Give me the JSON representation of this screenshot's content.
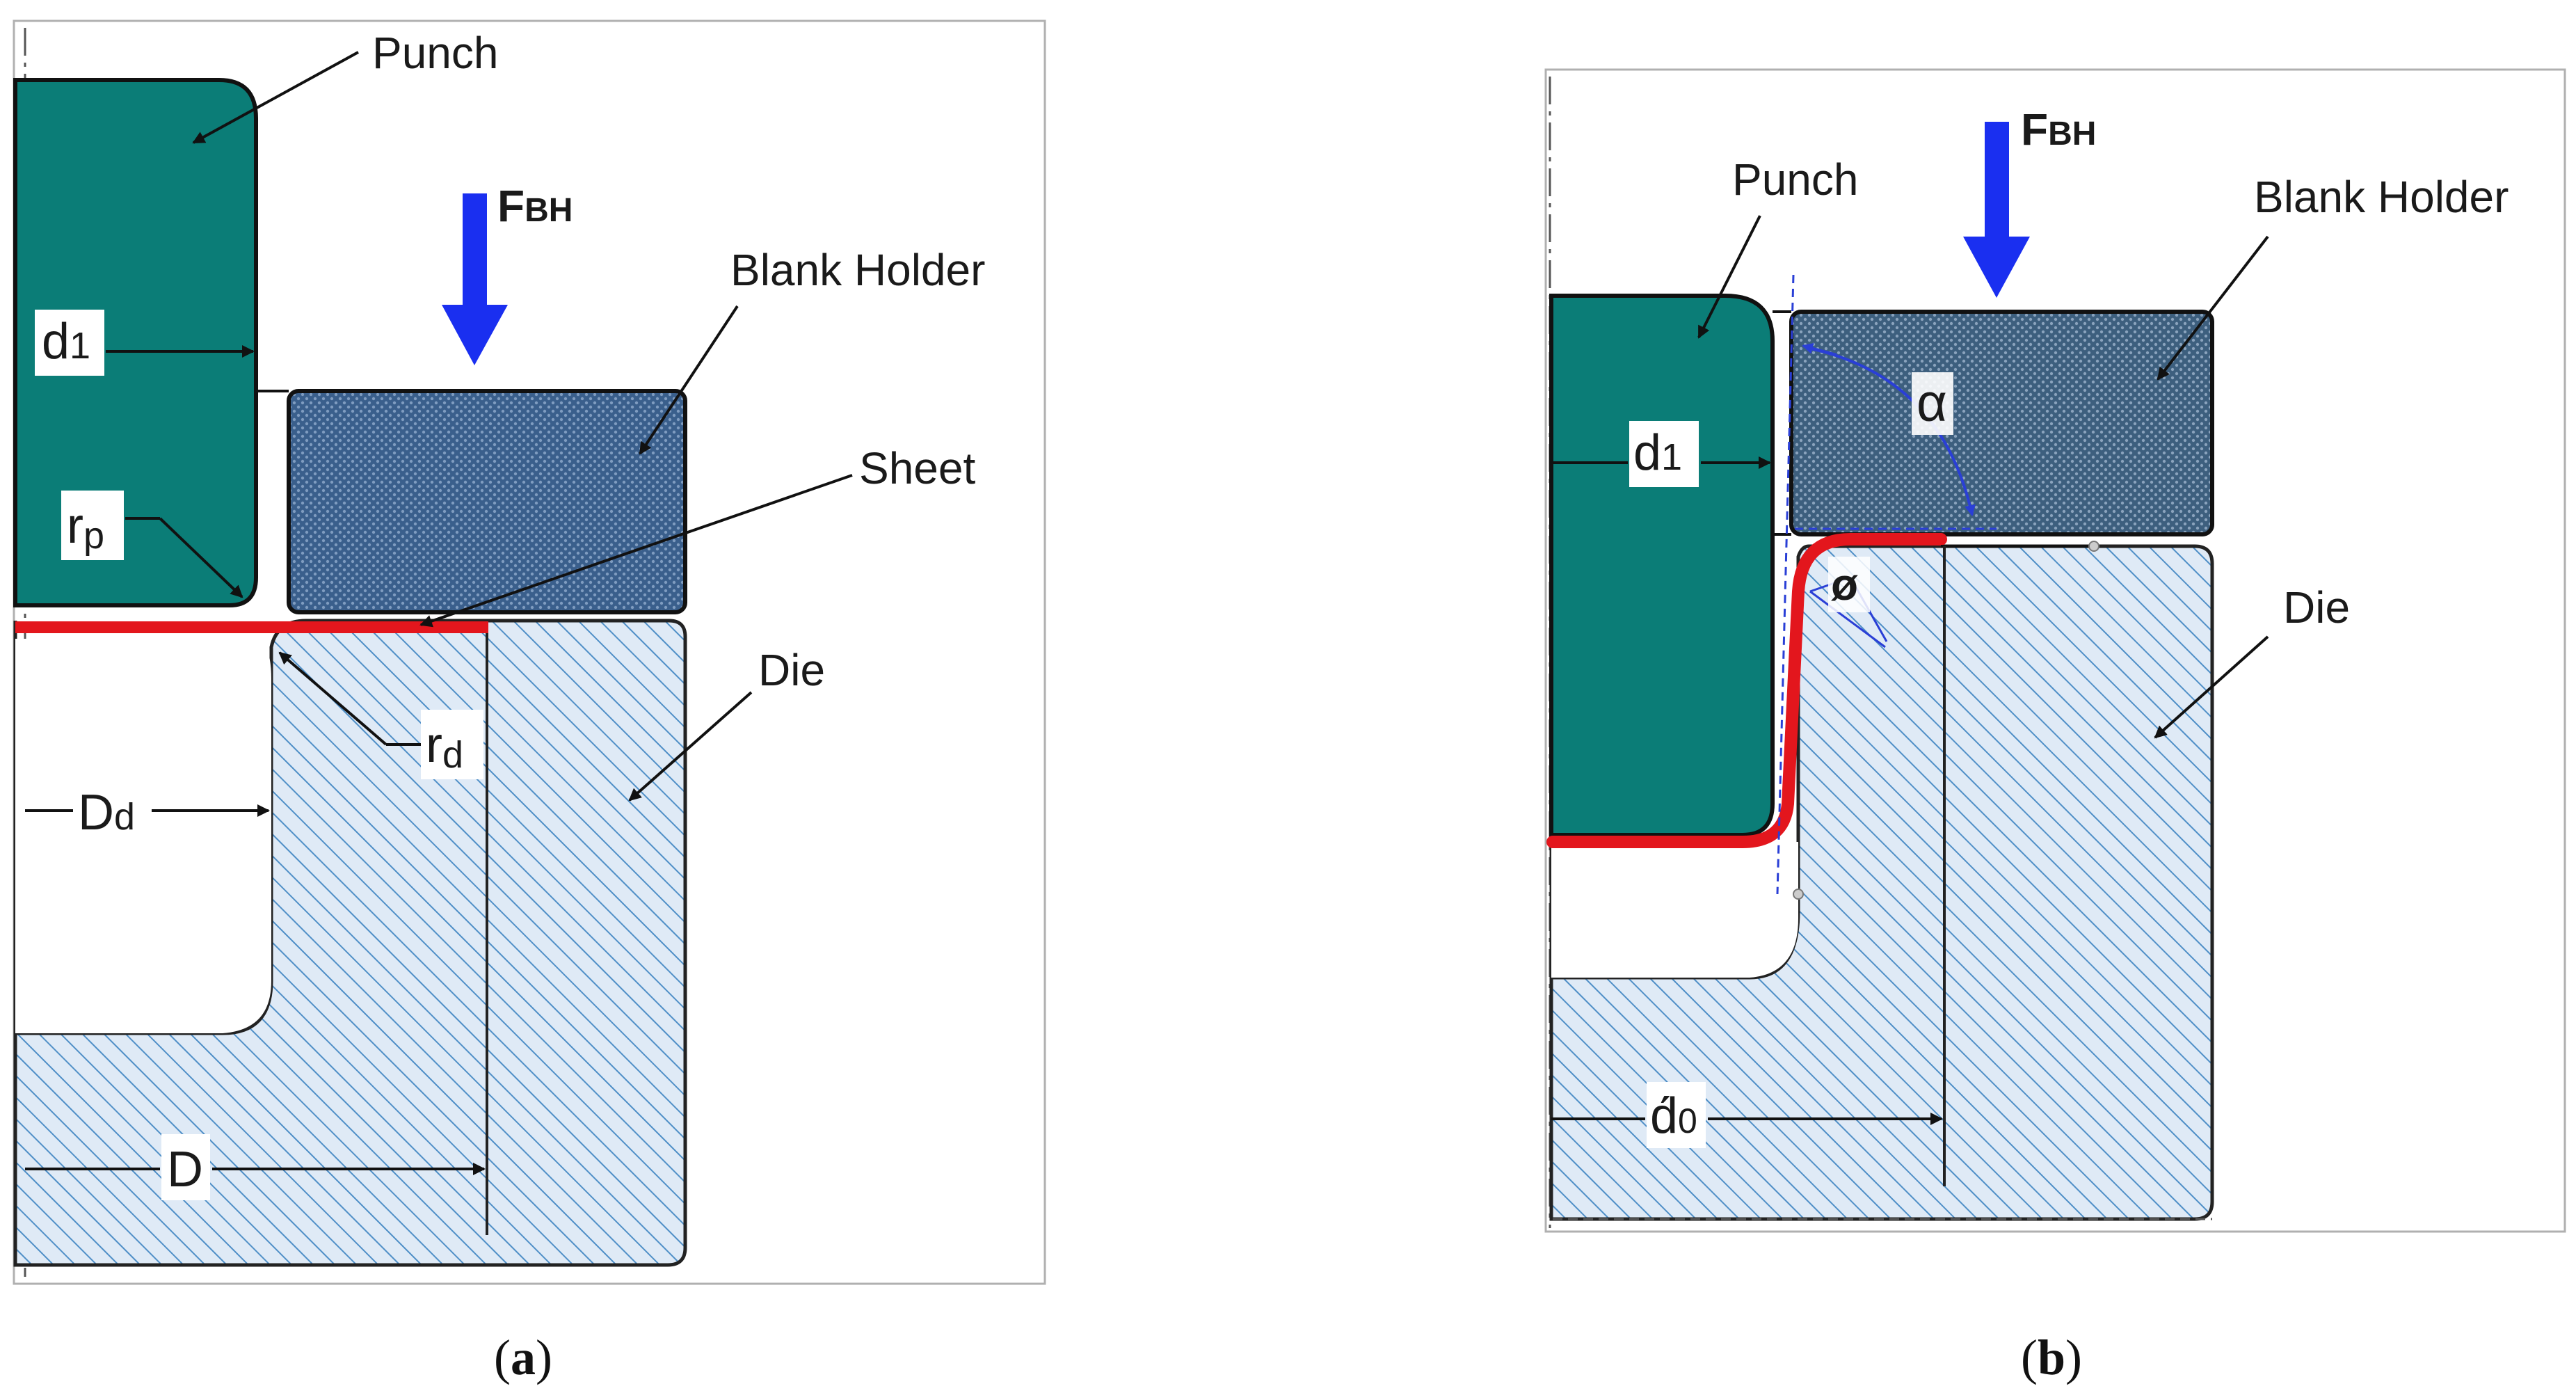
{
  "panel_a": {
    "caption": {
      "open": "(",
      "letter": "a",
      "close": ")"
    },
    "labels": {
      "punch": "Punch",
      "blank_holder": "Blank Holder",
      "sheet": "Sheet",
      "die": "Die",
      "force_main": "F",
      "force_sub": "BH",
      "d1_main": "d",
      "d1_sub": "1",
      "rp_main": "r",
      "rp_sub": "p",
      "rd_main": "r",
      "rd_sub": "d",
      "Dd_main": "D",
      "Dd_sub": "d",
      "D": "D"
    }
  },
  "panel_b": {
    "caption": {
      "open": "(",
      "letter": "b",
      "close": ")"
    },
    "labels": {
      "punch": "Punch",
      "blank_holder": "Blank Holder",
      "die": "Die",
      "force_main": "F",
      "force_sub": "BH",
      "d1_main": "d",
      "d1_sub": "1",
      "alpha": "α",
      "phi": "ø",
      "d0_main": "d́",
      "d0_sub": "0"
    }
  },
  "colors": {
    "punch": "#0b7d77",
    "blank_holder": "#3a5f8c",
    "die_hatch": "#4f8fc7",
    "die_fill": "#dbe8f5",
    "sheet": "#e3161d",
    "force_arrow": "#1a2ff0",
    "angle_marks": "#2a3fd6"
  }
}
